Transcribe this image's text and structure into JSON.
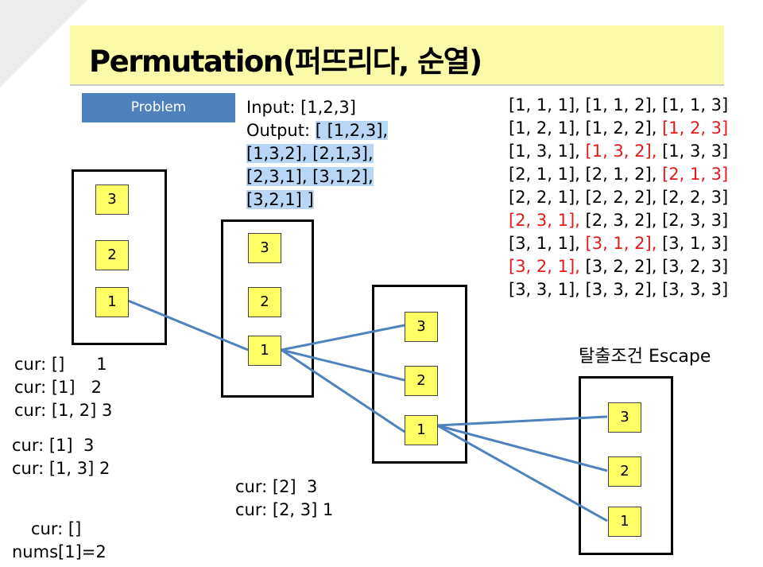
{
  "title": "Permutation(퍼뜨리다, 순열)",
  "problem_label": "Problem",
  "io": {
    "line1": "Input: [1,2,3]",
    "output_label": "Output: ",
    "output_1": "[ [1,2,3],",
    "output_2": "[1,3,2], [2,1,3],",
    "output_3": "[2,3,1], [3,1,2],",
    "output_4": "[3,2,1] ]"
  },
  "tree": {
    "levels": [
      {
        "nodes": [
          "3",
          "2",
          "1"
        ]
      },
      {
        "nodes": [
          "3",
          "2",
          "1"
        ]
      },
      {
        "nodes": [
          "3",
          "2",
          "1"
        ]
      },
      {
        "nodes": [
          "3",
          "2",
          "1"
        ]
      }
    ]
  },
  "escape_label": "탈출조건 Escape",
  "all_combinations": [
    [
      "[1, 1, 1], ",
      "[1, 1, 2], ",
      "[1, 1, 3]"
    ],
    [
      "[1, 2, 1], ",
      "[1, 2, 2], ",
      "[1, 2, 3]"
    ],
    [
      "[1, 3, 1], ",
      "[1, 3, 2], ",
      "[1, 3, 3]"
    ],
    [
      "[2, 1, 1], ",
      "[2, 1, 2], ",
      "[2, 1, 3]"
    ],
    [
      "[2, 2, 1], ",
      "[2, 2, 2], ",
      "[2, 2, 3]"
    ],
    [
      "[2, 3, 1], ",
      "[2, 3, 2], ",
      "[2, 3, 3]"
    ],
    [
      "[3, 1, 1], ",
      "[3, 1, 2], ",
      "[3, 1, 3]"
    ],
    [
      "[3, 2, 1], ",
      "[3, 2, 2], ",
      "[3, 2, 3]"
    ],
    [
      "[3, 3, 1], ",
      "[3, 3, 2], ",
      "[3, 3, 3]"
    ]
  ],
  "highlight_color": "#e41a1a",
  "trace": {
    "block1": [
      "cur: []      1",
      "cur: [1]   2",
      "cur: [1, 2] 3"
    ],
    "block2": [
      "cur: [1]  3",
      "cur: [1, 3] 2"
    ],
    "block3": [
      "cur: [2]  3",
      "cur: [2, 3] 1"
    ],
    "block4": [
      "cur: []",
      "nums[1]=2"
    ]
  }
}
